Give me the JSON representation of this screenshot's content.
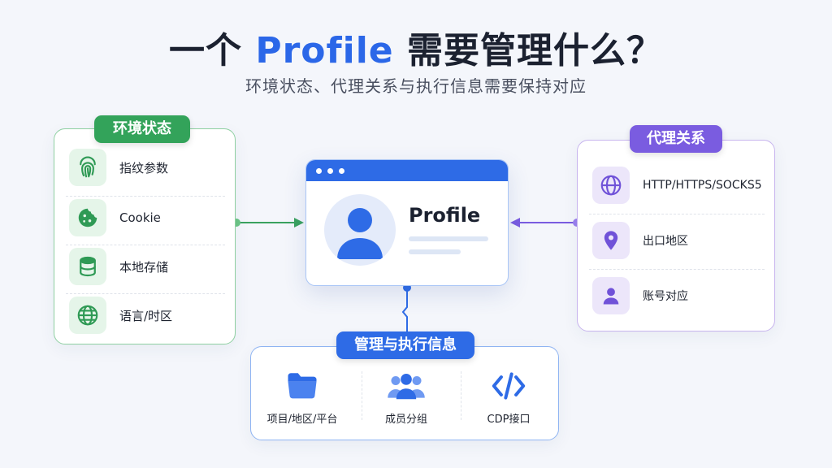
{
  "title": {
    "part1": "一个 ",
    "accent": "Profile",
    "part2": " 需要管理什么？"
  },
  "subtitle": "环境状态、代理关系与执行信息需要保持对应",
  "environment": {
    "tag": "环境状态",
    "items": [
      {
        "label": "指纹参数",
        "icon": "fingerprint-icon"
      },
      {
        "label": "Cookie",
        "icon": "cookie-icon"
      },
      {
        "label": "本地存储",
        "icon": "database-icon"
      },
      {
        "label": "语言/时区",
        "icon": "globe-icon"
      }
    ]
  },
  "proxy": {
    "tag": "代理关系",
    "items": [
      {
        "label": "HTTP/HTTPS/SOCKS5",
        "icon": "globe-icon"
      },
      {
        "label": "出口地区",
        "icon": "location-pin-icon"
      },
      {
        "label": "账号对应",
        "icon": "user-icon"
      }
    ]
  },
  "profile_card": {
    "title": "Profile"
  },
  "management": {
    "tag": "管理与执行信息",
    "items": [
      {
        "label": "项目/地区/平台",
        "icon": "folder-icon"
      },
      {
        "label": "成员分组",
        "icon": "group-icon"
      },
      {
        "label": "CDP接口",
        "icon": "code-icon"
      }
    ]
  },
  "colors": {
    "green": "#33a35a",
    "purple": "#7a5ce0",
    "blue": "#2e6be6"
  }
}
